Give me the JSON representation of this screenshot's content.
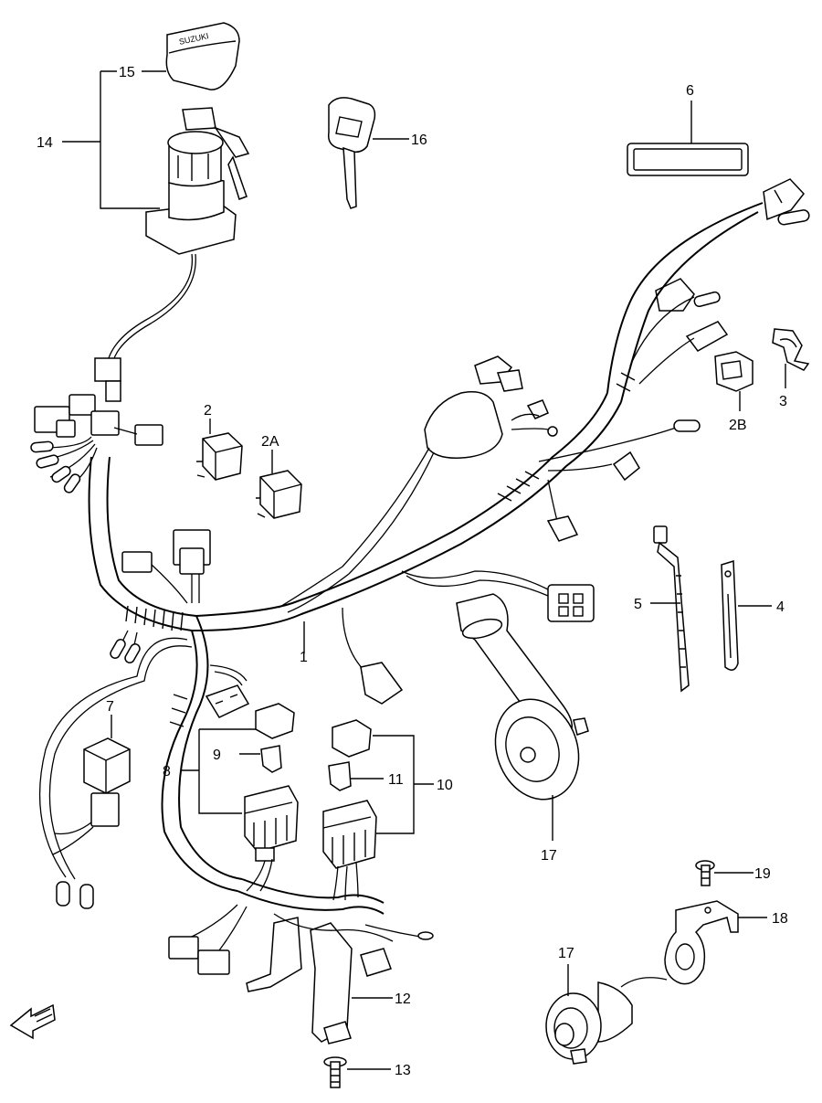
{
  "diagram": {
    "callouts": {
      "p1": "1",
      "p2": "2",
      "p2a": "2A",
      "p2b": "2B",
      "p3": "3",
      "p4": "4",
      "p5": "5",
      "p6": "6",
      "p7": "7",
      "p8": "8",
      "p9": "9",
      "p10": "10",
      "p11": "11",
      "p12": "12",
      "p13": "13",
      "p14": "14",
      "p15": "15",
      "p16": "16",
      "p17a": "17",
      "p17b": "17",
      "p18": "18",
      "p19": "19"
    },
    "keycap_text": "SUZUKI"
  }
}
